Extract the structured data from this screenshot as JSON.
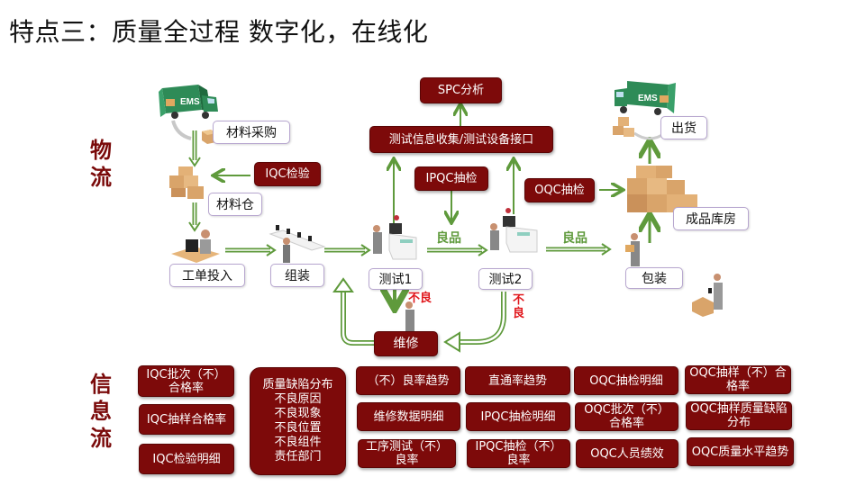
{
  "title": "特点三：质量全过程 数字化，在线化",
  "side_labels": {
    "logistics": "物\n流",
    "information": "信\n息\n流"
  },
  "logistics": {
    "material_purchase": "材料采购",
    "iqc_inspection": "IQC检验",
    "material_warehouse": "材料仓",
    "work_order_input": "工单投入",
    "assembly": "组装",
    "test1": "测试1",
    "test2": "测试2",
    "packaging": "包装",
    "finished_warehouse": "成品库房",
    "shipping": "出货",
    "spc_analysis": "SPC分析",
    "test_info_collection": "测试信息收集/测试设备接口",
    "ipqc_sampling": "IPQC抽检",
    "oqc_sampling": "OQC抽检",
    "repair": "维修",
    "good_label_1": "良品",
    "good_label_2": "良品",
    "defect_label_1": "不良",
    "defect_label_2": "不\n良",
    "truck_text": "EMS"
  },
  "information": {
    "col1": [
      "IQC批次（不）合格率",
      "IQC抽样合格率",
      "IQC检验明细"
    ],
    "defect_box": [
      "质量缺陷分布",
      "不良原因",
      "不良现象",
      "不良位置",
      "不良组件",
      "责任部门"
    ],
    "col3": [
      "（不）良率趋势",
      "维修数据明细",
      "工序测试（不）良率"
    ],
    "col4": [
      "直通率趋势",
      "IPQC抽检明细",
      "IPQC抽检（不）良率"
    ],
    "col5": [
      "OQC抽检明细",
      "OQC批次（不）合格率",
      "OQC人员绩效"
    ],
    "col6": [
      "OQC抽样（不）合格率",
      "OQC抽样质量缺陷分布",
      "OQC质量水平趋势"
    ]
  },
  "colors": {
    "box_red": "#7d0a0a",
    "arrow_green": "#5f9a3c",
    "label_dark_red": "#7a0a0a",
    "defect_red": "#e0161b",
    "white_box_border": "#b7a6cf"
  }
}
